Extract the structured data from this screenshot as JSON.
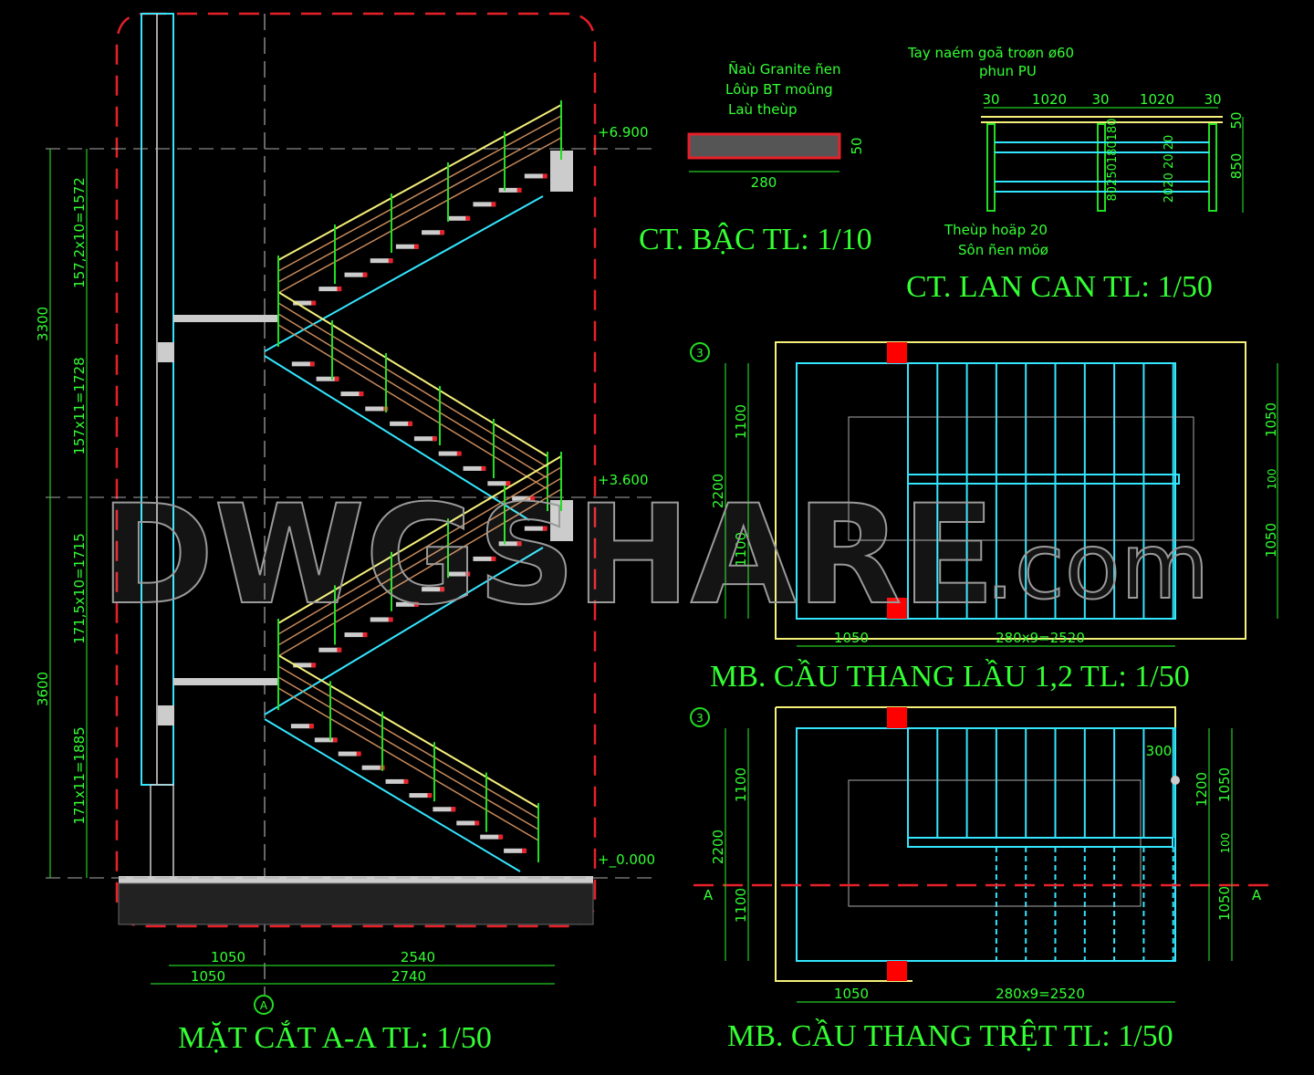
{
  "section": {
    "title": "MẶT CẮT A-A   TL: 1/50",
    "levels": [
      "+6.900",
      "+3.600",
      "+_0.000"
    ],
    "dims_left_total": [
      "3300",
      "3600"
    ],
    "dims_left_flights": [
      "157,2x10=1572",
      "157x11=1728",
      "171,5x10=1715",
      "171x11=1885"
    ],
    "dims_bottom": [
      "1050",
      "2540",
      "1050",
      "2740"
    ],
    "axis_label": "A"
  },
  "step_detail": {
    "title": "CT. BẬC   TL: 1/10",
    "notes": [
      "Ñaù Granite ñen",
      "Lôùp BT moûng",
      "Laù theùp"
    ],
    "dims": [
      "280",
      "50"
    ]
  },
  "railing_detail": {
    "title": "CT. LAN CAN   TL: 1/50",
    "note_top": [
      "Tay naém goã troøn ø60",
      "phun PU"
    ],
    "note_bottom": [
      "Theùp hoäp 20",
      "Sôn ñen möø"
    ],
    "dims_top": [
      "30",
      "1020",
      "30",
      "1020",
      "30"
    ],
    "dims_right": [
      "50",
      "850"
    ],
    "dims_inner": [
      "80250180180",
      "2020 20 20"
    ]
  },
  "plan_upper": {
    "title": "MB. CẦU THANG LẦU 1,2   TL: 1/50",
    "axis": "3",
    "dims_left": [
      "2200",
      "1100",
      "1100"
    ],
    "dims_right": [
      "1050",
      "100",
      "1050"
    ],
    "dims_bottom": [
      "1050",
      "280x9=2520"
    ]
  },
  "plan_ground": {
    "title": "MB. CẦU THANG TRỆT   TL: 1/50",
    "axis": "3",
    "section_mark": "A",
    "dims_left": [
      "2200",
      "1100",
      "1100"
    ],
    "dims_right": [
      "1200",
      "1050",
      "100",
      "1050"
    ],
    "dim_300": "300",
    "dims_bottom": [
      "1050",
      "280x9=2520"
    ]
  },
  "watermark": {
    "main": "DWGSHARE",
    "suffix": ".com"
  }
}
